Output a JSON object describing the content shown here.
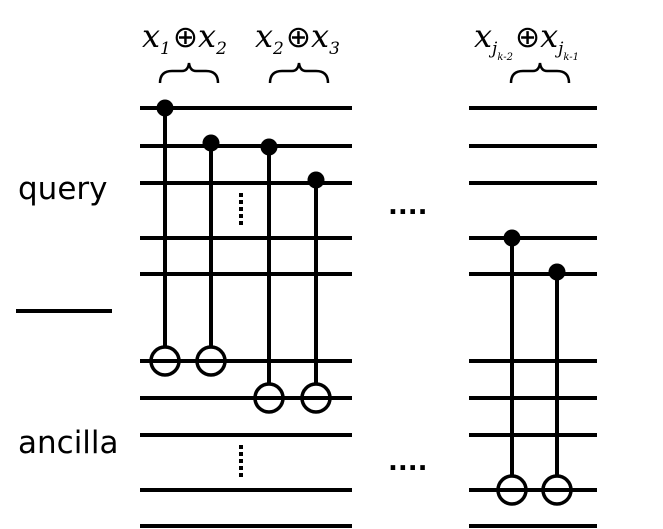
{
  "labels": {
    "query": "query",
    "ancilla": "ancilla"
  },
  "annotations": {
    "pair_1": {
      "a": "x",
      "a_sub": "1",
      "op": "⊕",
      "b": "x",
      "b_sub": "2"
    },
    "pair_2": {
      "a": "x",
      "a_sub": "2",
      "op": "⊕",
      "b": "x",
      "b_sub": "3"
    },
    "pair_last": {
      "a": "x",
      "a_sub": "j",
      "a_subsub": "k-2",
      "op": "⊕",
      "b": "x",
      "b_sub": "j",
      "b_subsub": "k-1"
    }
  },
  "ellipsis": {
    "horizontal": "....",
    "vertical": "⋮"
  },
  "colors": {
    "ink": "#000000",
    "background": "#ffffff"
  }
}
